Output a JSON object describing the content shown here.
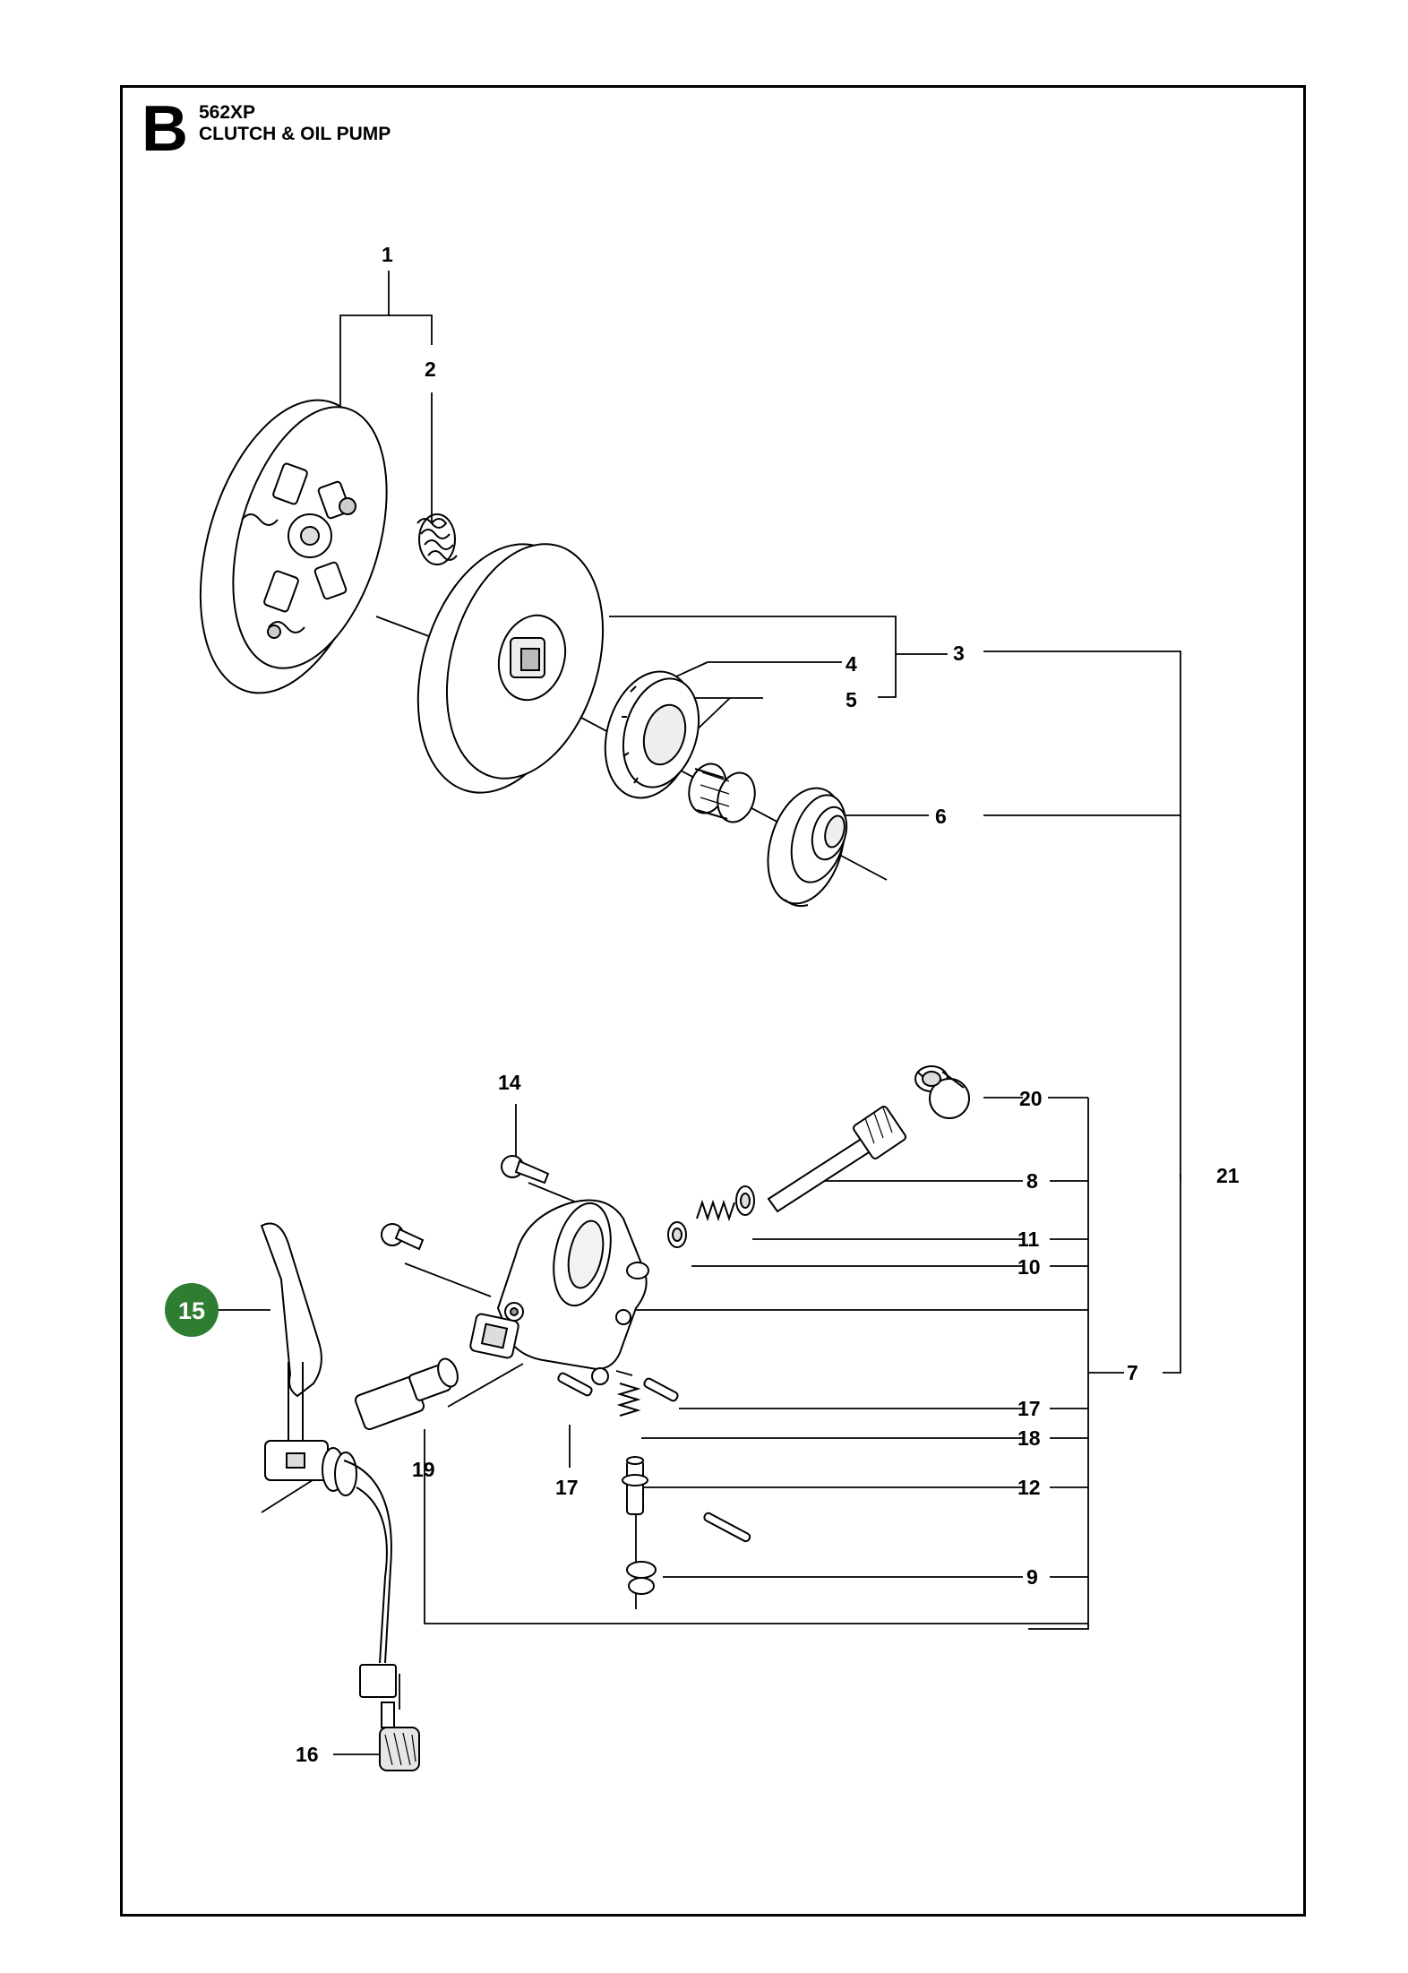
{
  "header": {
    "section_letter": "B",
    "model": "562XP",
    "title": "CLUTCH & OIL PUMP"
  },
  "callouts": {
    "c1": "1",
    "c2": "2",
    "c3": "3",
    "c4": "4",
    "c5": "5",
    "c6": "6",
    "c7": "7",
    "c8": "8",
    "c9": "9",
    "c10": "10",
    "c11": "11",
    "c12": "12",
    "c14": "14",
    "c16": "16",
    "c17a": "17",
    "c17b": "17",
    "c18": "18",
    "c19": "19",
    "c20": "20",
    "c21": "21",
    "c15_highlighted": "15"
  },
  "colors": {
    "highlight": "#2e7d32",
    "line": "#000000",
    "background": "#ffffff"
  }
}
